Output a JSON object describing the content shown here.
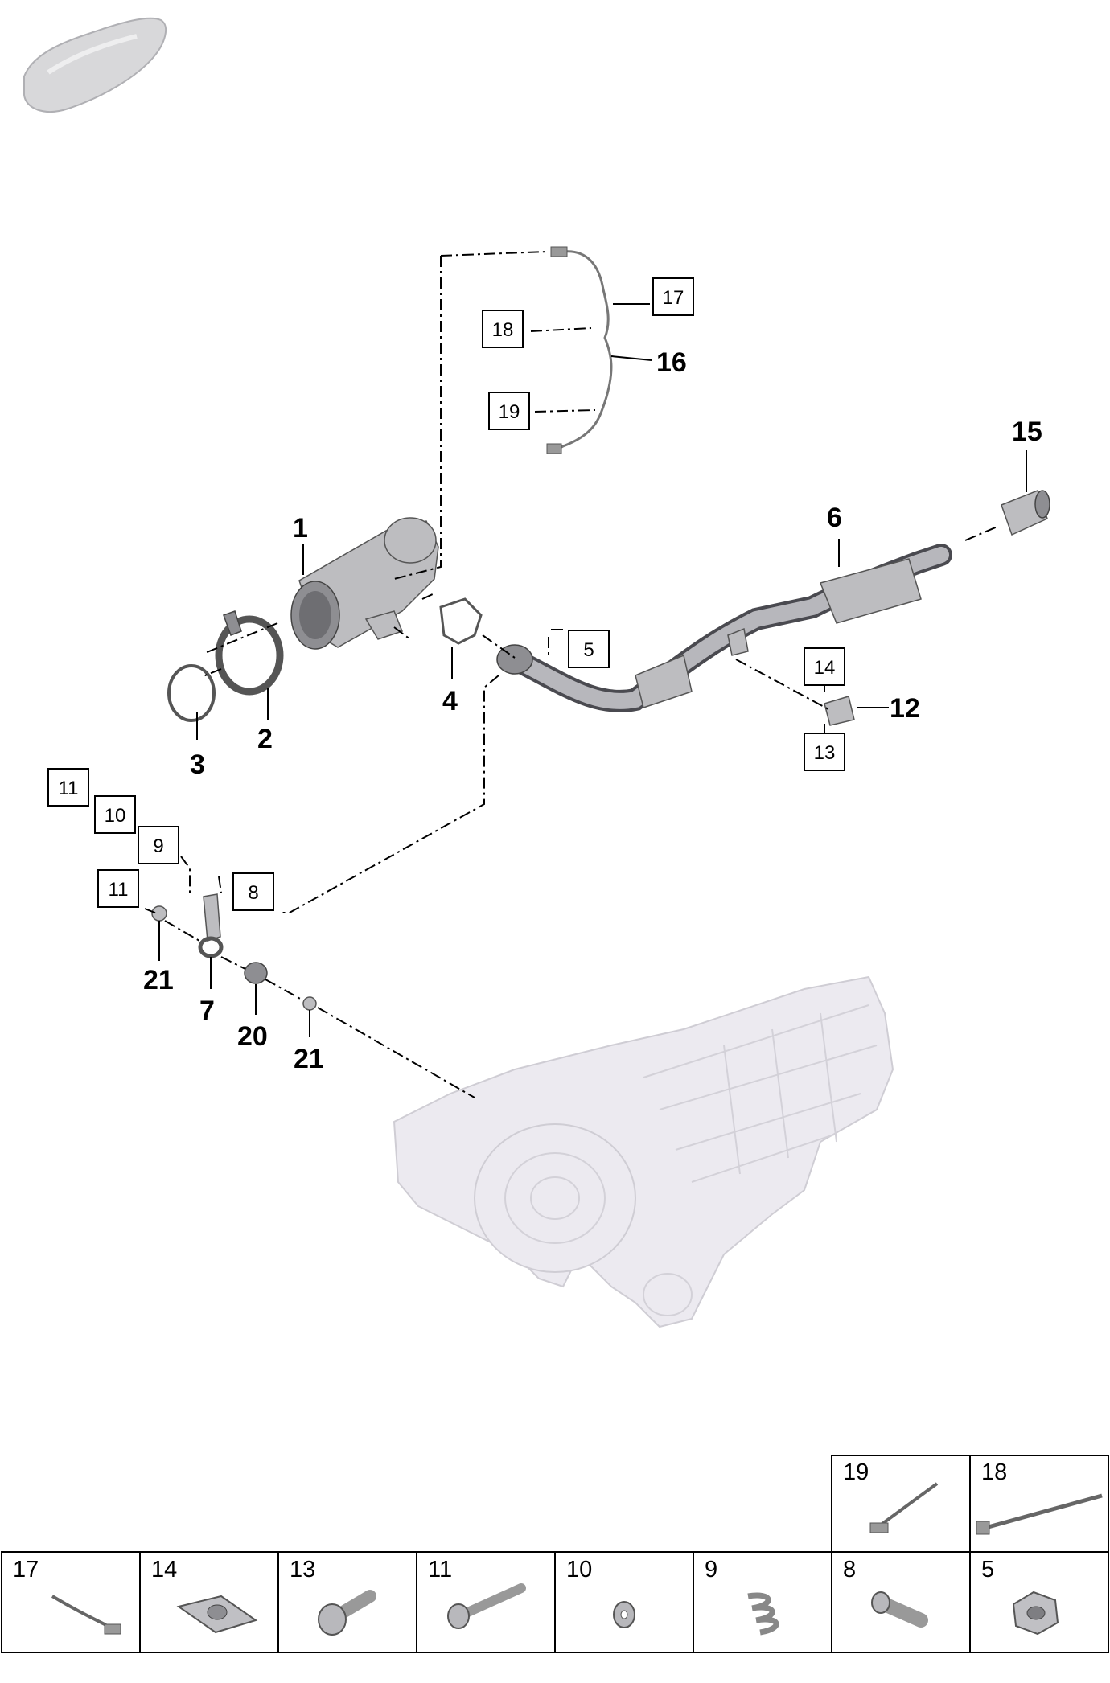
{
  "diagram": {
    "callouts": {
      "c1": "1",
      "c2": "2",
      "c3": "3",
      "c4": "4",
      "c6": "6",
      "c7": "7",
      "c12": "12",
      "c15": "15",
      "c16": "16",
      "c20": "20",
      "c21a": "21",
      "c21b": "21"
    },
    "boxes": {
      "b5": "5",
      "b8": "8",
      "b9": "9",
      "b10": "10",
      "b11a": "11",
      "b11b": "11",
      "b13": "13",
      "b14": "14",
      "b17": "17",
      "b18": "18",
      "b19": "19"
    }
  },
  "legend": {
    "top": [
      "19",
      "18"
    ],
    "bottom": [
      "17",
      "14",
      "13",
      "11",
      "10",
      "9",
      "8",
      "5"
    ]
  }
}
